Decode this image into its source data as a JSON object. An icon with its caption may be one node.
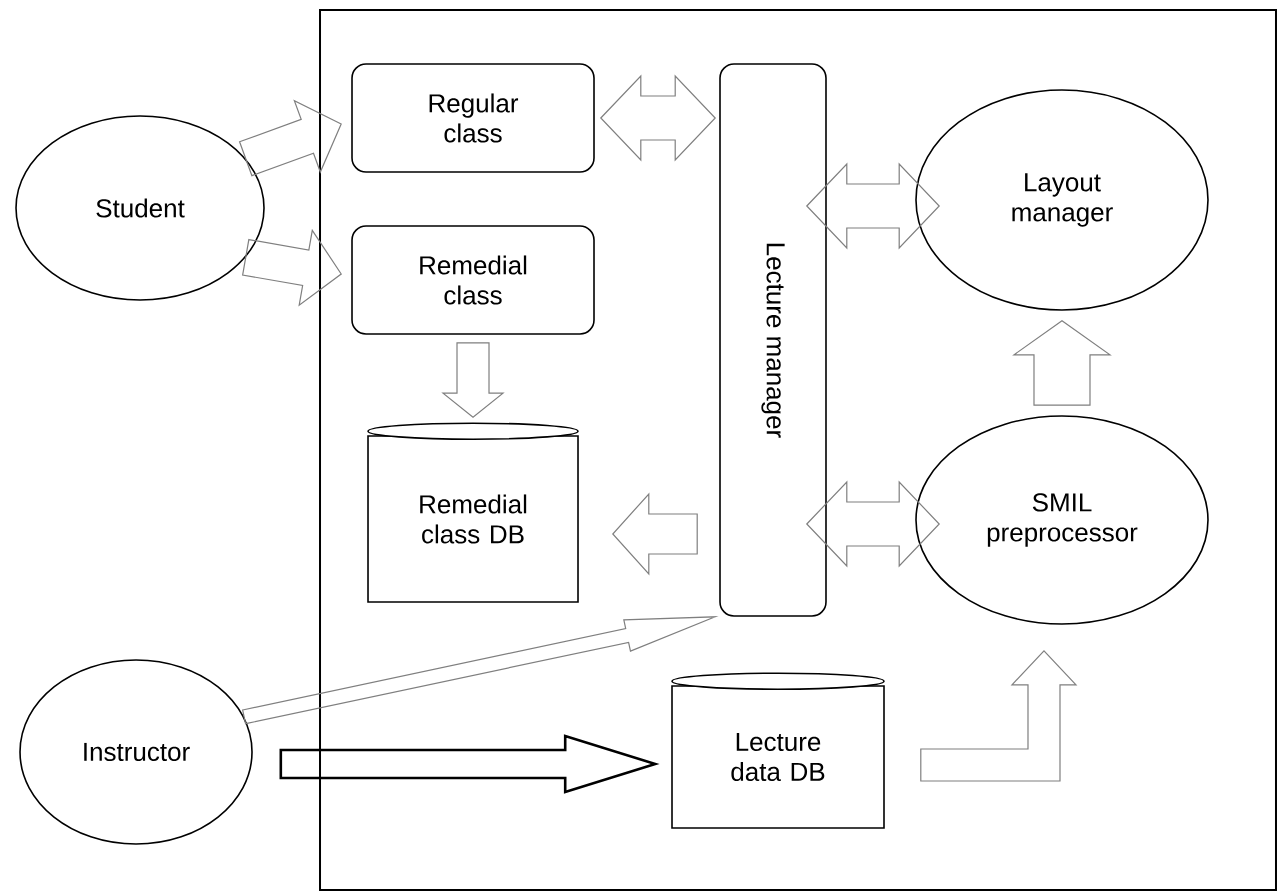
{
  "diagram": {
    "nodes": [
      {
        "text": [],
        "shape": "box"
      },
      {
        "text": [
          "Student"
        ]
      },
      {
        "text": [
          "Regular class"
        ],
        "in": 0
      },
      {
        "text": [
          "Remedial class"
        ],
        "in": 0
      },
      {
        "text": [
          "Remedial class DB"
        ],
        "in": 0
      },
      {
        "text": [
          "Lecture manager"
        ],
        "in": 0
      },
      {
        "text": [
          "Layout manager"
        ],
        "in": 0
      },
      {
        "text": [
          "SMIL preprocessor"
        ],
        "in": 0
      },
      {
        "text": [
          "Instructor"
        ]
      },
      {
        "text": [
          "Lecture data DB"
        ],
        "in": 0
      }
    ],
    "edges": [
      {
        "from": 1,
        "to": 2,
        "arrow": "to"
      },
      {
        "from": 1,
        "to": 3,
        "arrow": "to"
      },
      {
        "from": 3,
        "to": 4,
        "arrow": "to"
      },
      {
        "from": 2,
        "to": 5,
        "arrow": "both"
      },
      {
        "from": 5,
        "to": 6,
        "arrow": "both"
      },
      {
        "from": 5,
        "to": 7,
        "arrow": "both"
      },
      {
        "from": 5,
        "to": 4,
        "arrow": "to"
      },
      {
        "from": 7,
        "to": 6,
        "arrow": "to"
      },
      {
        "from": 8,
        "to": 5,
        "arrow": "to"
      },
      {
        "from": 8,
        "to": 9,
        "arrow": "to",
        "style": "thick",
        "color": "#000000"
      },
      {
        "from": 9,
        "to": 7,
        "arrow": "to"
      }
    ]
  }
}
